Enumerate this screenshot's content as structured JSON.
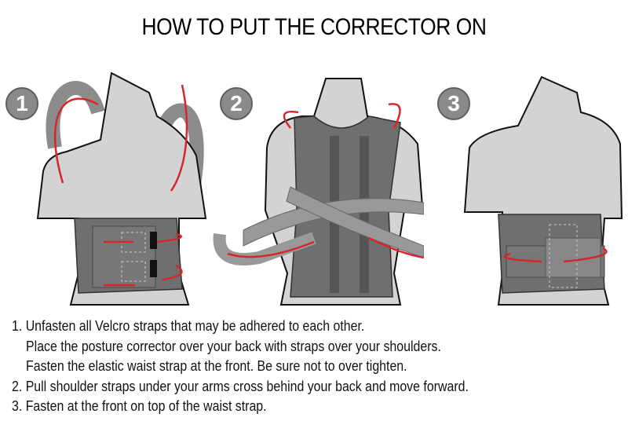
{
  "title": "HOW TO PUT THE CORRECTOR ON",
  "panels": [
    {
      "number": "1",
      "description": "Back view: shoulder straps over shoulders, waist strap fastened at front"
    },
    {
      "number": "2",
      "description": "Back view: shoulder straps crossed behind back and pulled forward"
    },
    {
      "number": "3",
      "description": "Back view: straps fastened at the front on top of the waist strap"
    }
  ],
  "colors": {
    "skin": "#d3d3d3",
    "garment": "#6f6f6f",
    "garment_dark": "#555555",
    "strap": "#8c8c8c",
    "arrow": "#d7262b",
    "badge": "#8a8a8a"
  },
  "instructions": {
    "step1_line1": "1. Unfasten all Velcro straps that may be adhered to each other.",
    "step1_line2": "Place the posture corrector over your back with straps over your shoulders.",
    "step1_line3": "Fasten the elastic waist strap at the front. Be sure not to over tighten.",
    "step2": "2. Pull shoulder straps under your arms cross behind your back and move forward.",
    "step3": "3. Fasten at the front on top of the waist strap."
  }
}
